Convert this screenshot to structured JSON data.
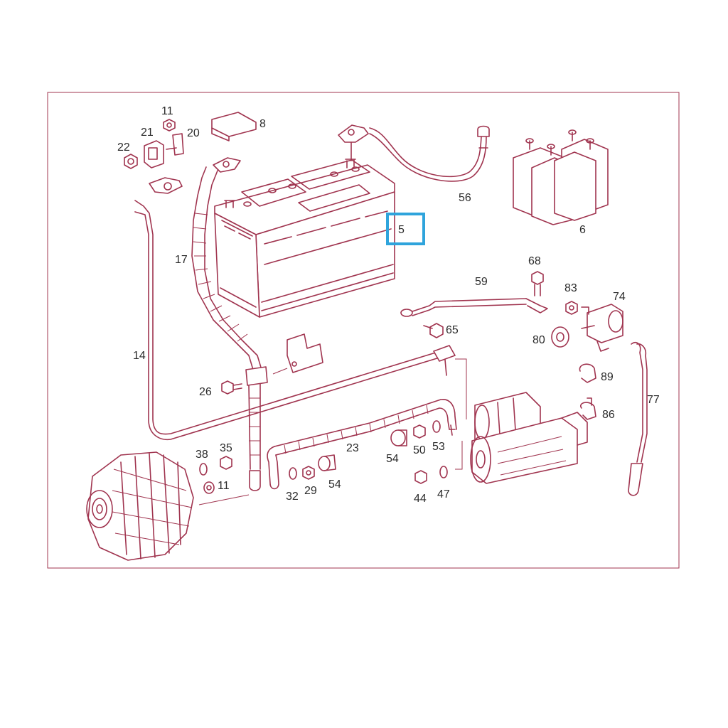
{
  "diagram": {
    "colors": {
      "line": "#a0344f",
      "label": "#2b2b2b",
      "highlight": "#2fa4dc",
      "background": "#ffffff"
    },
    "highlighted_part": "5",
    "parts": [
      {
        "id": "p11a",
        "label": "11"
      },
      {
        "id": "p8",
        "label": "8"
      },
      {
        "id": "p21",
        "label": "21"
      },
      {
        "id": "p20",
        "label": "20"
      },
      {
        "id": "p22",
        "label": "22"
      },
      {
        "id": "p56",
        "label": "56"
      },
      {
        "id": "p6",
        "label": "6"
      },
      {
        "id": "p5",
        "label": "5"
      },
      {
        "id": "p17",
        "label": "17"
      },
      {
        "id": "p68",
        "label": "68"
      },
      {
        "id": "p59",
        "label": "59"
      },
      {
        "id": "p83",
        "label": "83"
      },
      {
        "id": "p74",
        "label": "74"
      },
      {
        "id": "p65",
        "label": "65"
      },
      {
        "id": "p80",
        "label": "80"
      },
      {
        "id": "p14",
        "label": "14"
      },
      {
        "id": "p89",
        "label": "89"
      },
      {
        "id": "p26",
        "label": "26"
      },
      {
        "id": "p77",
        "label": "77"
      },
      {
        "id": "p86",
        "label": "86"
      },
      {
        "id": "p38",
        "label": "38"
      },
      {
        "id": "p35",
        "label": "35"
      },
      {
        "id": "p23",
        "label": "23"
      },
      {
        "id": "p54a",
        "label": "54"
      },
      {
        "id": "p50",
        "label": "50"
      },
      {
        "id": "p53",
        "label": "53"
      },
      {
        "id": "p11b",
        "label": "11"
      },
      {
        "id": "p54b",
        "label": "54"
      },
      {
        "id": "p32",
        "label": "32"
      },
      {
        "id": "p29",
        "label": "29"
      },
      {
        "id": "p44",
        "label": "44"
      },
      {
        "id": "p47",
        "label": "47"
      }
    ]
  }
}
